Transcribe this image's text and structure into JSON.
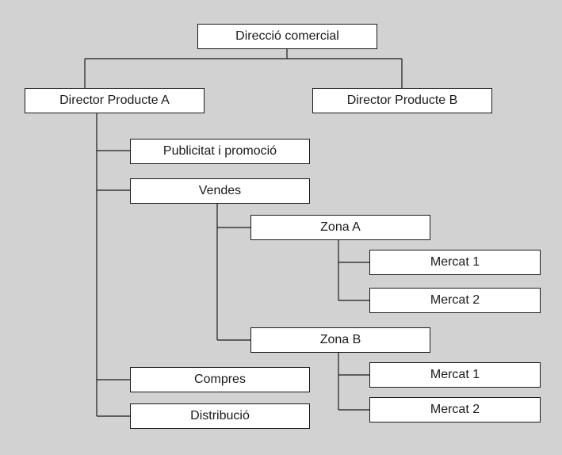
{
  "diagram": {
    "root": {
      "label": "Direcció comercial"
    },
    "director_a": {
      "label": "Director Producte A"
    },
    "director_b": {
      "label": "Director Producte B"
    },
    "publicitat": {
      "label": "Publicitat i promoció"
    },
    "vendes": {
      "label": "Vendes"
    },
    "zona_a": {
      "label": "Zona A"
    },
    "zona_a_mercat_1": {
      "label": "Mercat 1"
    },
    "zona_a_mercat_2": {
      "label": "Mercat 2"
    },
    "zona_b": {
      "label": "Zona B"
    },
    "zona_b_mercat_1": {
      "label": "Mercat 1"
    },
    "zona_b_mercat_2": {
      "label": "Mercat 2"
    },
    "compres": {
      "label": "Compres"
    },
    "distribucio": {
      "label": "Distribució"
    }
  },
  "colors": {
    "background": "#d2d2d2",
    "box_fill": "#ffffff",
    "line": "#1a1a1a"
  }
}
